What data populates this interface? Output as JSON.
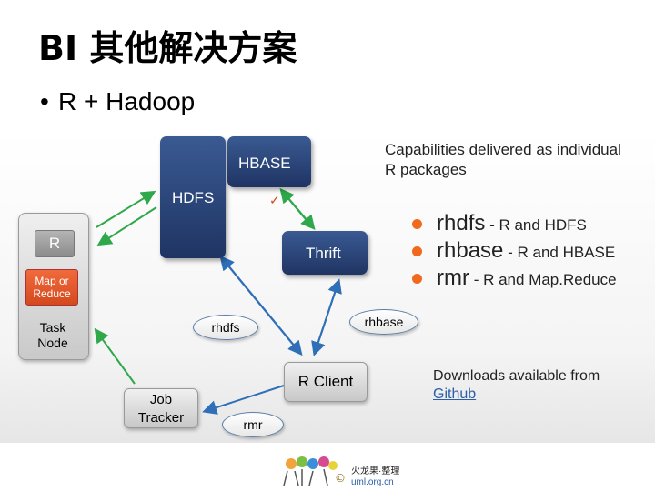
{
  "slide": {
    "title": "BI 其他解决方案",
    "bullet": "R + Hadoop"
  },
  "diagram": {
    "hdfs": "HDFS",
    "hbase": "HBASE",
    "thrift": "Thrift",
    "r": "R",
    "map_or_reduce_line1": "Map or",
    "map_or_reduce_line2": "Reduce",
    "task_node_line1": "Task",
    "task_node_line2": "Node",
    "job_tracker_line1": "Job",
    "job_tracker_line2": "Tracker",
    "r_client": "R Client",
    "rhdfs_oval": "rhdfs",
    "rhbase_oval": "rhbase",
    "rmr_oval": "rmr"
  },
  "capabilities": {
    "line1": "Capabilities delivered as individual",
    "line2": "R packages",
    "packages": [
      {
        "name": "rhdfs",
        "desc": "- R and HDFS"
      },
      {
        "name": "rhbase",
        "desc": "- R and HBASE"
      },
      {
        "name": "rmr",
        "desc": "- R and Map.Reduce"
      }
    ]
  },
  "downloads": {
    "text": "Downloads available from",
    "link": "Github"
  },
  "footer": {
    "text1": "火龙果·整理",
    "text2": "uml.org.cn"
  },
  "colors": {
    "dark_box": "#2b4478",
    "arrow_green": "#2ea84a",
    "arrow_blue": "#2f6fb8",
    "bullet_orange": "#f06a1e"
  }
}
